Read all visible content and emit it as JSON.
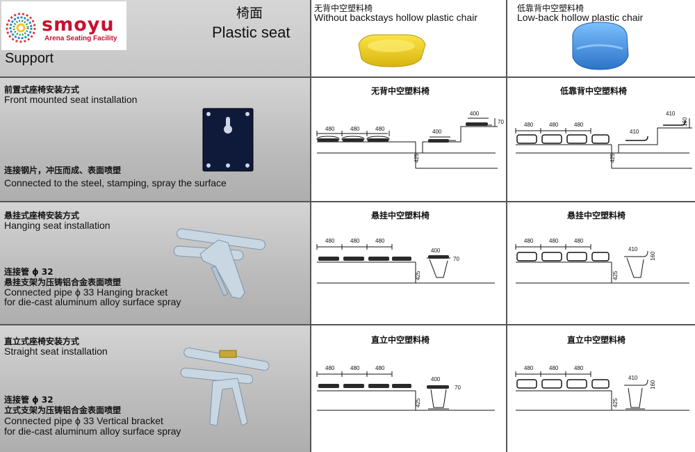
{
  "logo": {
    "name": "smoyu",
    "subtitle": "Arena Seating Facility"
  },
  "header": {
    "seat_cn": "椅面",
    "seat_en": "Plastic seat",
    "support": "Support",
    "columns": [
      {
        "cn": "无背中空塑料椅",
        "en": "Without backstays hollow plastic chair"
      },
      {
        "cn": "低靠背中空塑料椅",
        "en": "Low-back hollow plastic chair"
      }
    ]
  },
  "rows": [
    {
      "title_cn": "前置式座椅安装方式",
      "title_en": "Front mounted seat installation",
      "desc_cn": "连接钢片，冲压而成、表面喷塑",
      "desc_en": "Connected to the steel, stamping, spray the surface",
      "diagram_titles": [
        "无背中空塑料椅",
        "低靠背中空塑料椅"
      ]
    },
    {
      "title_cn": "悬挂式座椅安装方式",
      "title_en": "Hanging seat installation",
      "desc_cn1": "连接管 ϕ 32",
      "desc_cn2": "悬挂支架为压铸铝合金表面喷塑",
      "desc_en1": "Connected pipe  ϕ 33 Hanging bracket",
      "desc_en2": "for die-cast aluminum alloy surface spray",
      "diagram_titles": [
        "悬挂中空塑料椅",
        "悬挂中空塑料椅"
      ]
    },
    {
      "title_cn": "直立式座椅安装方式",
      "title_en": "Straight seat installation",
      "desc_cn1": "连接管 ϕ 32",
      "desc_cn2": "立式支架为压铸铝合金表面喷塑",
      "desc_en1": "Connected pipe  ϕ 33 Vertical  bracket",
      "desc_en2": "for die-cast aluminum alloy surface spray",
      "diagram_titles": [
        "直立中空塑料椅",
        "直立中空塑料椅"
      ]
    }
  ],
  "dims": {
    "spacing": "480",
    "width_a": "400",
    "width_b": "410",
    "height": "425",
    "rise_a": "70",
    "rise_b": "160"
  },
  "colors": {
    "brand": "#c8102e",
    "yellow_seat": "#f2d21b",
    "blue_seat": "#3f8fe0",
    "bracket": "#c9d7e3"
  }
}
